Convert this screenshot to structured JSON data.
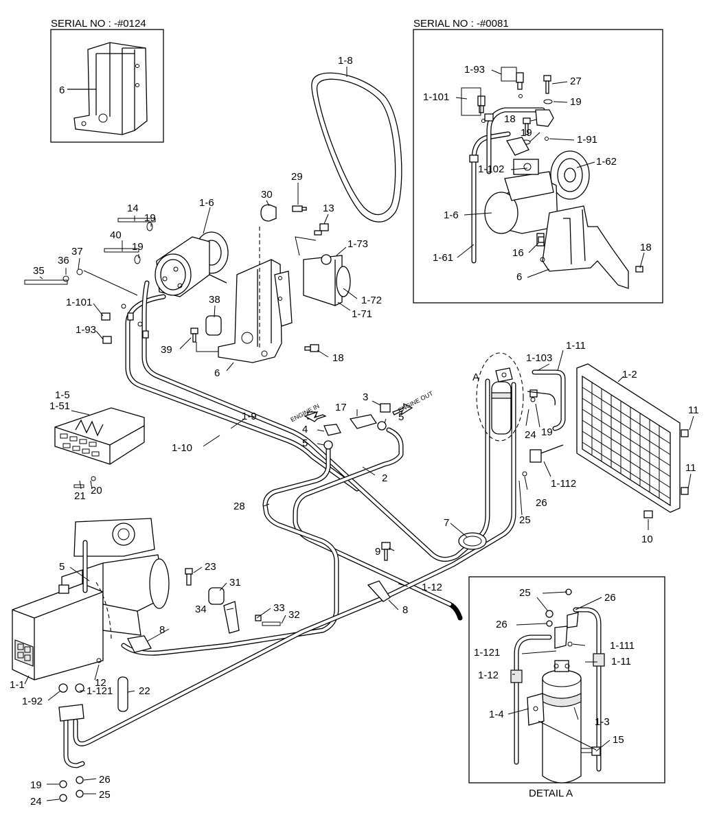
{
  "boxes": {
    "serial_left": "SERIAL NO : -#0124",
    "serial_right": "SERIAL NO : -#0081",
    "detail_caption": "DETAIL A"
  },
  "arrows": {
    "engine_in": "ENGINE IN",
    "engine_out": "ENGINE OUT"
  },
  "callouts": {
    "inset_left_6": "6",
    "belt": "1-8",
    "r_193": "1-93",
    "r_27": "27",
    "r_1101": "1-101",
    "r_19a": "19",
    "r_18a": "18",
    "r_19b": "19",
    "r_191": "1-91",
    "r_1102": "1-102",
    "r_162": "1-62",
    "r_16": "1-6",
    "r_161": "1-61",
    "r_16b": "16",
    "r_6": "6",
    "r_18b": "18",
    "m_30": "30",
    "m_29": "29",
    "m_13": "13",
    "m_16": "1-6",
    "m_14": "14",
    "m_19a": "19",
    "m_40": "40",
    "m_19b": "19",
    "m_37": "37",
    "m_36": "36",
    "m_35": "35",
    "m_173": "1-73",
    "m_172": "1-72",
    "m_171": "1-71",
    "m_38": "38",
    "m_1101": "1-101",
    "m_193": "1-93",
    "m_39": "39",
    "m_6": "6",
    "m_18": "18",
    "c_15": "1-5",
    "c_151": "1-51",
    "c_21": "21",
    "c_20": "20",
    "h_19": "1-9",
    "h_110": "1-10",
    "h_4": "4",
    "h_5a": "5",
    "h_17": "17",
    "h_3": "3",
    "h_5b": "5",
    "h_2": "2",
    "h_28": "28",
    "h_7": "7",
    "h_9": "9",
    "h_112": "1-12",
    "h_8a": "8",
    "h_8b": "8",
    "h_25": "25",
    "a_A": "A",
    "a_1103": "1-103",
    "a_111": "1-11",
    "a_24": "24",
    "a_19": "19",
    "a_26": "26",
    "a_1112": "1-112",
    "k_12": "1-2",
    "k_11a": "11",
    "k_11b": "11",
    "k_10": "10",
    "u_5": "5",
    "u_23": "23",
    "u_31": "31",
    "u_34": "34",
    "u_33": "33",
    "u_32": "32",
    "u_11": "1-1",
    "u_12": "12",
    "u_22": "22",
    "u_192": "1-92",
    "u_1121": "1-121",
    "u_19": "19",
    "u_26": "26",
    "u_24": "24",
    "u_25": "25",
    "d_25": "25",
    "d_26a": "26",
    "d_26b": "26",
    "d_1121": "1-121",
    "d_1111": "1-111",
    "d_112": "1-12",
    "d_111": "1-11",
    "d_14": "1-4",
    "d_13": "1-3",
    "d_15": "15"
  }
}
